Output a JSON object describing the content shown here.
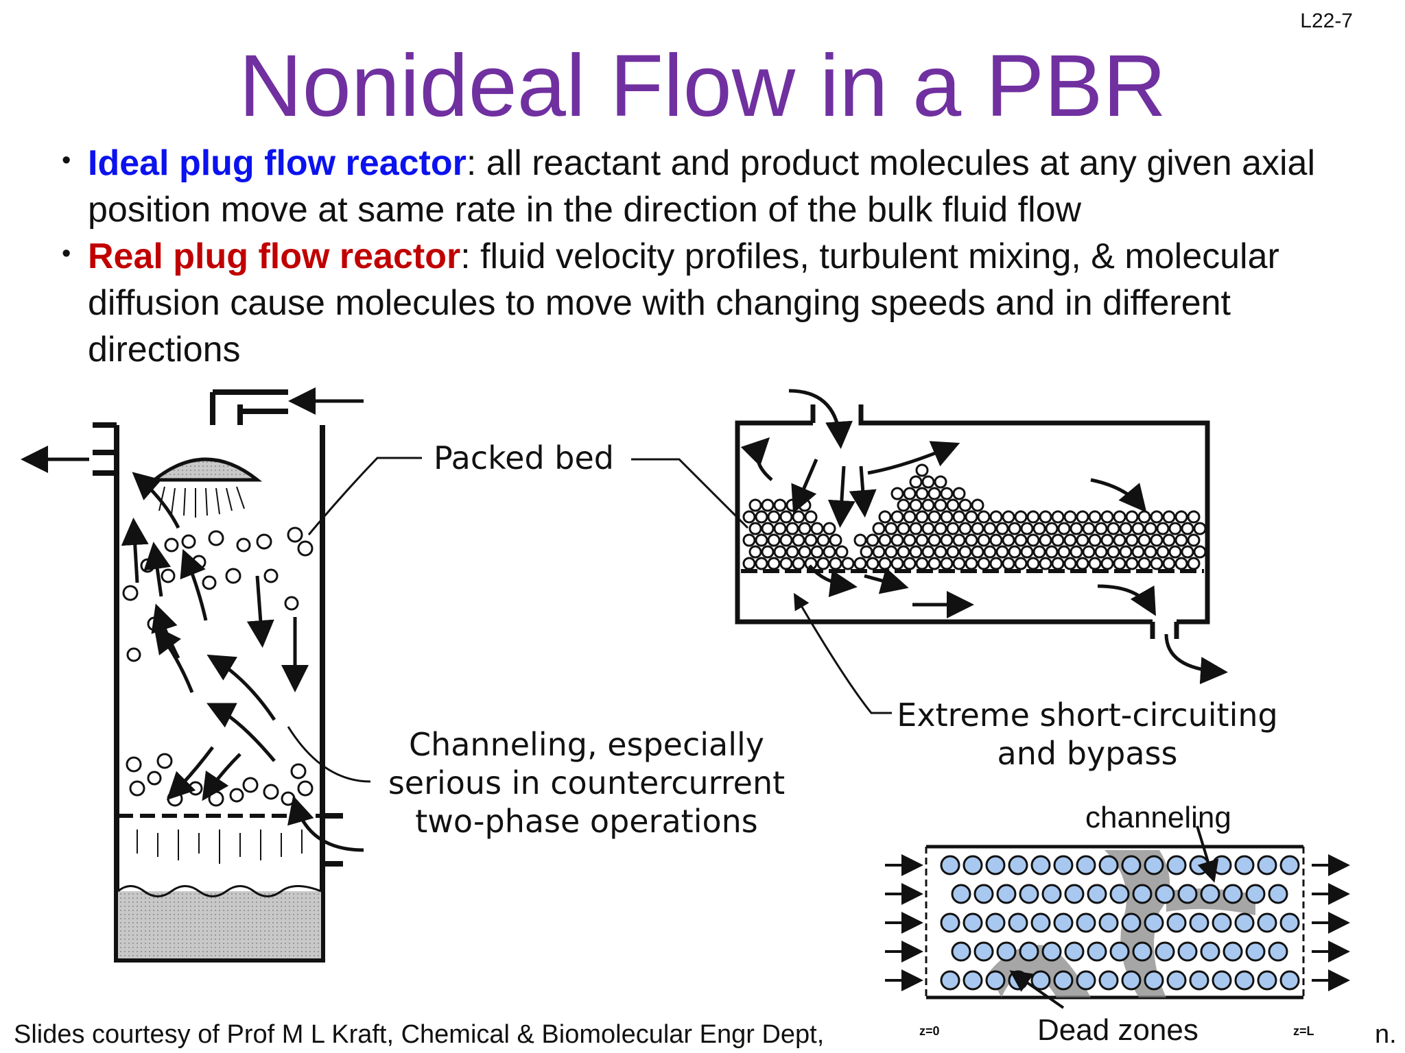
{
  "slide_number": "L22-7",
  "title": "Nonideal Flow in a PBR",
  "bullets": [
    {
      "bold": "Ideal plug flow reactor",
      "text": ": all reactant and product molecules at any given axial position move at same rate in the direction of the bulk fluid flow"
    },
    {
      "bold": "Real plug flow reactor",
      "text": ": fluid velocity profiles, turbulent mixing, & molecular diffusion cause molecules to move with changing speeds and in different directions"
    }
  ],
  "figure": {
    "packed_bed_label": "Packed bed",
    "channeling_label_line1": "Channeling, especially",
    "channeling_label_line2": "serious in countercurrent",
    "channeling_label_line3": "two-phase operations",
    "short_circuit_line1": "Extreme short-circuiting",
    "short_circuit_line2": "and bypass",
    "channeling_small": "channeling",
    "dead_zones": "Dead zones",
    "z0": "z=0",
    "zL": "z=L"
  },
  "footer": {
    "credit": "Slides courtesy of Prof M L Kraft, Chemical & Biomolecular Engr Dept,",
    "trailing": "n."
  },
  "colors": {
    "title": "#7030a0",
    "ideal": "#0b12ee",
    "real": "#c00000",
    "bead": "#a9c8f0"
  }
}
